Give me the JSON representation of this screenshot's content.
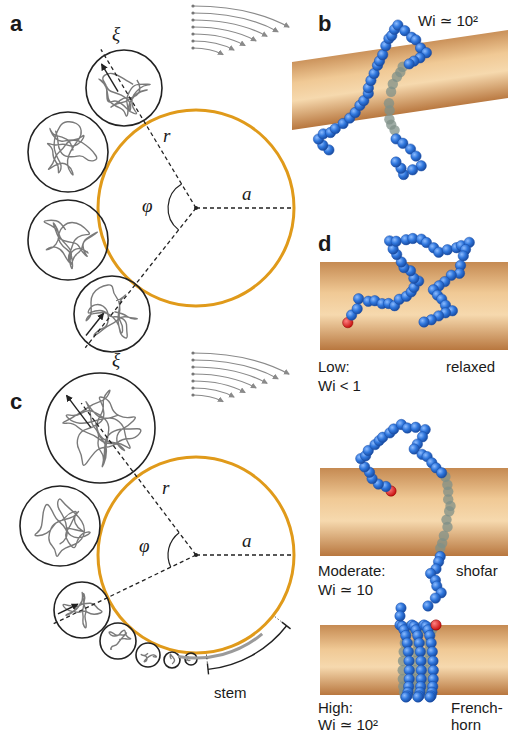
{
  "diagram": {
    "labels": [
      "a",
      "ξ",
      "r",
      "φ",
      "a",
      "b",
      "Wi ≃ 10²",
      "c",
      "ξ",
      "r",
      "φ",
      "a",
      "stem",
      "d",
      "Low:",
      "Wi < 1",
      "relaxed",
      "Moderate:",
      "Wi ≃ 10",
      "shofar",
      "High:",
      "Wi ≃ 10²",
      "French-horn"
    ]
  }
}
